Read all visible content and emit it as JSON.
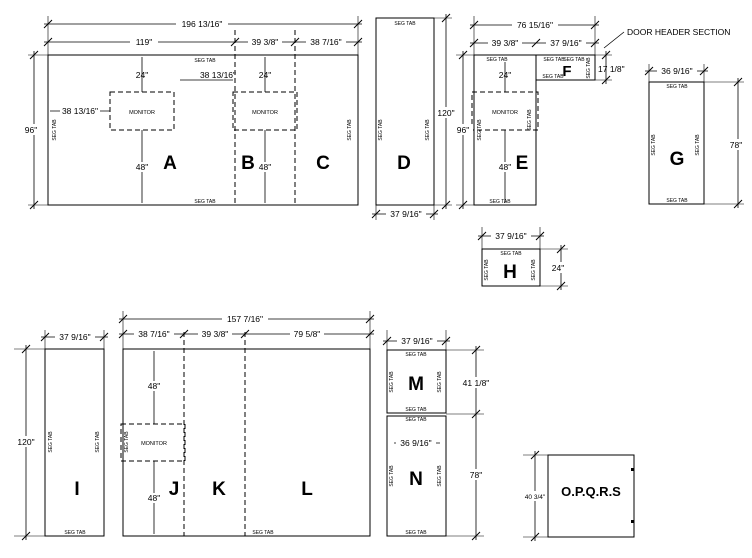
{
  "header_callout": "DOOR HEADER SECTION",
  "seg": "SEG TAB",
  "monitor": "MONITOR",
  "panels": {
    "A": "A",
    "B": "B",
    "C": "C",
    "D": "D",
    "E": "E",
    "F": "F",
    "G": "G",
    "H": "H",
    "I": "I",
    "J": "J",
    "K": "K",
    "L": "L",
    "M": "M",
    "N": "N",
    "OPQRS": "O.P.Q.R.S"
  },
  "dims": {
    "abc_total": "196 13/16\"",
    "a_width": "119\"",
    "b_width": "39 3/8\"",
    "c_width": "38 7/16\"",
    "abc_height": "96\"",
    "mon_a_top": "24\"",
    "mon_a_left": "38 13/16\"",
    "mon_a_bottom": "48\"",
    "mon_b_top": "24\"",
    "mon_b_left": "38 13/16\"",
    "mon_b_bottom": "48\"",
    "d_height": "120\"",
    "d_width": "37 9/16\"",
    "ef_total": "76 15/16\"",
    "e_width": "39 3/8\"",
    "f_width": "37 9/16\"",
    "e_height": "96\"",
    "f_height": "17 1/8\"",
    "mon_e_top": "24\"",
    "mon_e_bottom": "48\"",
    "g_width": "36 9/16\"",
    "g_height": "78\"",
    "h_width": "37 9/16\"",
    "h_height": "24\"",
    "i_width": "37 9/16\"",
    "i_height": "120\"",
    "jkl_total": "157 7/16\"",
    "j_width": "38 7/16\"",
    "k_width": "39 3/8\"",
    "l_width": "79 5/8\"",
    "mon_j_top": "48\"",
    "mon_j_bottom": "48\"",
    "mn_width": "37 9/16\"",
    "m_height": "41 1/8\"",
    "n_width": "36 9/16\"",
    "n_height": "78\"",
    "opqrs_height": "40 3/4\""
  }
}
